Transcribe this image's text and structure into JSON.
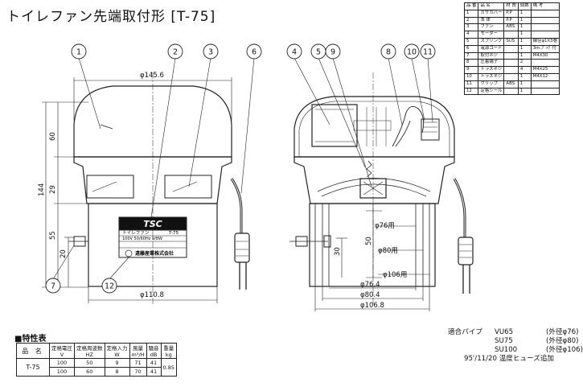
{
  "title": "トイレファン先端取付形 [T-75]",
  "parts_table": {
    "headers": [
      "品 番",
      "品 名",
      "材 質",
      "個数",
      "備 考"
    ],
    "rows": [
      [
        "1",
        "カサカバー",
        "P.P",
        "1",
        ""
      ],
      [
        "2",
        "本 体",
        "P.P",
        "1",
        ""
      ],
      [
        "3",
        "ファン",
        "ABS",
        "1",
        ""
      ],
      [
        "4",
        "モーター",
        "",
        "1",
        ""
      ],
      [
        "5",
        "スプリング",
        "SUS",
        "1",
        "線径φ1X3巻"
      ],
      [
        "6",
        "電源コード",
        "",
        "1",
        "3m.ﾌﾟﾗｸﾞ付"
      ],
      [
        "7",
        "取付ネジ",
        "",
        "1",
        "M4X30"
      ],
      [
        "8",
        "圧着端子",
        "",
        "2",
        ""
      ],
      [
        "9",
        "トラスネジ",
        "",
        "4",
        "M4X25"
      ],
      [
        "10",
        "トラスネジ",
        "",
        "1",
        "M4X12"
      ],
      [
        "11",
        "クリップ",
        "ABS",
        "1",
        ""
      ],
      [
        "12",
        "定格シール",
        "",
        "1",
        ""
      ]
    ]
  },
  "drawing": {
    "callouts_left": [
      "1",
      "2",
      "3",
      "6",
      "7",
      "12"
    ],
    "callouts_right": [
      "4",
      "5",
      "9",
      "8",
      "10",
      "11"
    ],
    "dims_left": {
      "top_width": "φ145.6",
      "bottom_width": "φ110.8",
      "height_total": "144",
      "height_60": "60",
      "height_29": "29",
      "height_55": "55",
      "height_20": "20"
    },
    "dims_right": {
      "d76_use": "φ76用",
      "d80_use": "φ80用",
      "d106_use": "φ106用",
      "d76": "φ76.4",
      "d80": "φ80.4",
      "d106": "φ106.8",
      "h50": "50",
      "h30": "30"
    },
    "label": {
      "brand": "TSC",
      "name": "トイレファン",
      "model": "T-75",
      "rating": "100V 50/60Hz 9/8W",
      "maker": "遠藤産業株式会社"
    }
  },
  "spec": {
    "title": "■特性表",
    "head_product": "品 名",
    "headers": [
      [
        "定格電圧",
        "V"
      ],
      [
        "定格周波数",
        "HZ"
      ],
      [
        "定格入力",
        "W"
      ],
      [
        "風量",
        "m³/H"
      ],
      [
        "騒音",
        "dB"
      ],
      [
        "重量",
        "kg"
      ]
    ],
    "product": "T-75",
    "rows": [
      [
        "100",
        "50",
        "9",
        "71",
        "41"
      ],
      [
        "100",
        "60",
        "8",
        "70",
        "41"
      ]
    ],
    "weight": "0.85"
  },
  "pipes": {
    "label": "適合パイプ",
    "items": [
      [
        "VU65",
        "(外径φ76)"
      ],
      [
        "SU75",
        "(外径φ80)"
      ],
      [
        "SU100",
        "(外径φ106)"
      ]
    ],
    "note": "95'/11/20 温度ヒューズ追加"
  }
}
